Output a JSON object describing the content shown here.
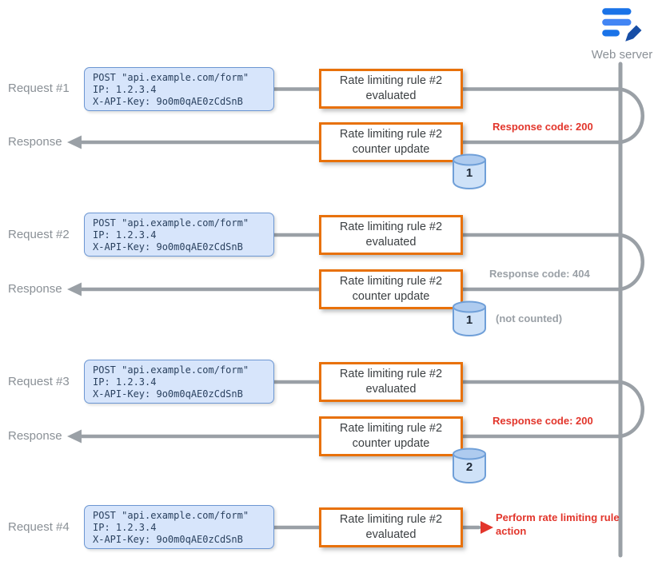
{
  "server": {
    "label": "Web server"
  },
  "lanes": {
    "request1": "Request #1",
    "response": "Response",
    "request2": "Request #2",
    "request3": "Request #3",
    "request4": "Request #4"
  },
  "request_box": {
    "method_line": "POST \"api.example.com/form\"",
    "ip_line": "IP: 1.2.3.4",
    "api_key_line": "X-API-Key: 9o0m0qAE0zCdSnB"
  },
  "rule_boxes": {
    "evaluated_line1": "Rate limiting rule #2",
    "evaluated_line2": "evaluated",
    "counter_line1": "Rate limiting rule #2",
    "counter_line2": "counter update"
  },
  "counters": [
    "1",
    "1",
    "2"
  ],
  "annotations": {
    "response_ok": "Response code: 200",
    "response_miss": "Response code: 404",
    "not_counted": "(not counted)",
    "action": "Perform rate limiting rule action"
  },
  "colors": {
    "rule_border_orange": "#e8710a",
    "request_box_blue": "#d7e5fb",
    "alert_red": "#e2352b",
    "line_gray": "#9aa0a6",
    "icon_blue": "#1a73e8"
  }
}
